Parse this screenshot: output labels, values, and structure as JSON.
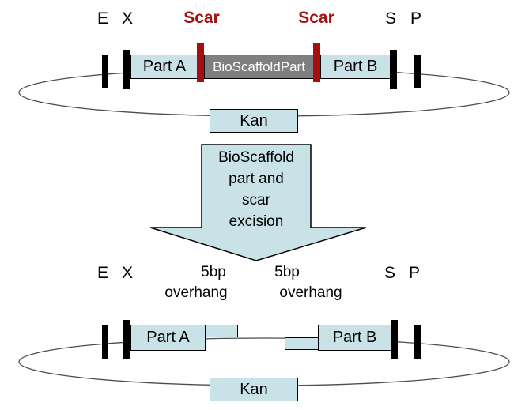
{
  "palette": {
    "part_fill": "#c9e2e8",
    "scaffold_fill": "#7f7f7f",
    "scar_red": "#a50f0f",
    "circle_line": "#4d4d4d"
  },
  "top_plasmid": {
    "site_labels": {
      "e": "E",
      "x": "X",
      "s": "S",
      "p": "P"
    },
    "scar_labels": {
      "left": "Scar",
      "right": "Scar"
    },
    "parts": {
      "part_a": "Part A",
      "scaffold": "BioScaffoldPart",
      "part_b": "Part B",
      "kan": "Kan"
    }
  },
  "arrow": {
    "lines": [
      "BioScaffold",
      "part and",
      "scar",
      "excision"
    ]
  },
  "bottom_plasmid": {
    "site_labels": {
      "e": "E",
      "x": "X",
      "s": "S",
      "p": "P"
    },
    "overhang_labels": {
      "left_top": "5bp",
      "left_bottom": "overhang",
      "right_top": "5bp",
      "right_bottom": "overhang"
    },
    "parts": {
      "part_a": "Part A",
      "part_b": "Part B",
      "kan": "Kan"
    }
  }
}
